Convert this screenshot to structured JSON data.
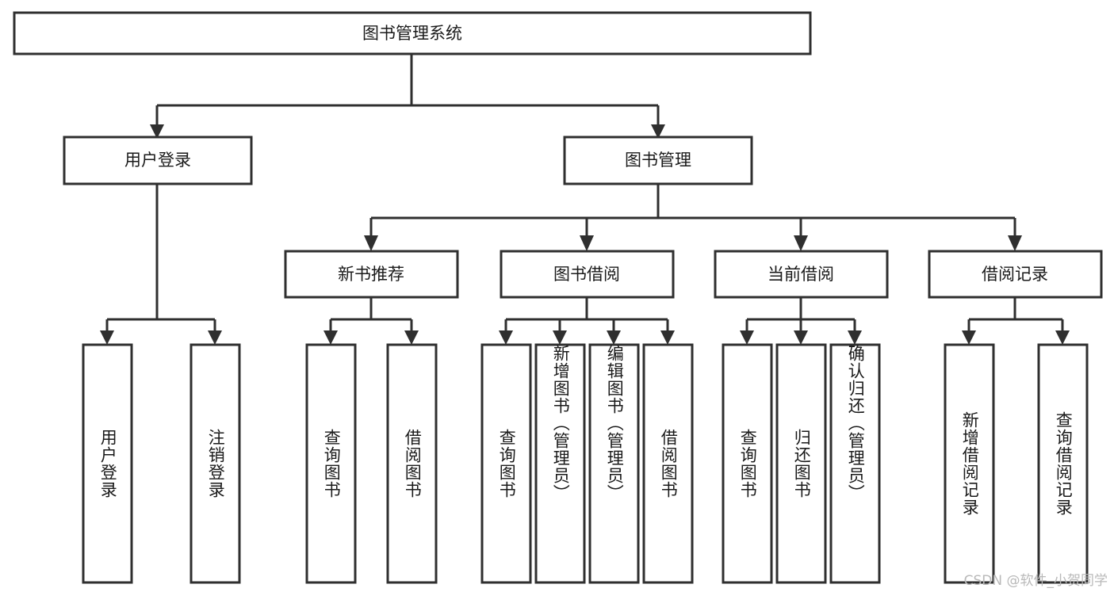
{
  "diagram": {
    "type": "tree",
    "title": "图书管理系统",
    "orientation": "top-down",
    "background_color": "#ffffff",
    "line_color": "#2f2f2f",
    "box_fill": "#ffffff",
    "text_color": "#1a1a1a"
  },
  "nodes": {
    "root": {
      "label": "图书管理系统",
      "level": 0
    },
    "l1": [
      {
        "id": "user-login",
        "label": "用户登录"
      },
      {
        "id": "book-manage",
        "label": "图书管理"
      }
    ],
    "l2": [
      {
        "id": "new-book-recommend",
        "label": "新书推荐",
        "parent": "book-manage"
      },
      {
        "id": "book-borrow",
        "label": "图书借阅",
        "parent": "book-manage"
      },
      {
        "id": "current-borrow",
        "label": "当前借阅",
        "parent": "book-manage"
      },
      {
        "id": "borrow-record",
        "label": "借阅记录",
        "parent": "book-manage"
      }
    ],
    "leaves": [
      {
        "id": "leaf-user-login",
        "label": "用户登录",
        "parent": "user-login"
      },
      {
        "id": "leaf-logout",
        "label": "注销登录",
        "parent": "user-login"
      },
      {
        "id": "leaf-query-book-1",
        "label": "查询图书",
        "parent": "new-book-recommend"
      },
      {
        "id": "leaf-borrow-book-1",
        "label": "借阅图书",
        "parent": "new-book-recommend"
      },
      {
        "id": "leaf-query-book-2",
        "label": "查询图书",
        "parent": "book-borrow"
      },
      {
        "id": "leaf-add-book",
        "label": "新增图书（管理员）",
        "parent": "book-borrow"
      },
      {
        "id": "leaf-edit-book",
        "label": "编辑图书（管理员）",
        "parent": "book-borrow"
      },
      {
        "id": "leaf-borrow-book-2",
        "label": "借阅图书",
        "parent": "book-borrow"
      },
      {
        "id": "leaf-query-book-3",
        "label": "查询图书",
        "parent": "current-borrow"
      },
      {
        "id": "leaf-return-book",
        "label": "归还图书",
        "parent": "current-borrow"
      },
      {
        "id": "leaf-confirm-return",
        "label": "确认归还（管理员）",
        "parent": "current-borrow"
      },
      {
        "id": "leaf-add-record",
        "label": "新增借阅记录",
        "parent": "borrow-record"
      },
      {
        "id": "leaf-query-record",
        "label": "查询借阅记录",
        "parent": "borrow-record"
      }
    ]
  },
  "watermark": {
    "text": "CSDN @软件_小贺同学"
  }
}
